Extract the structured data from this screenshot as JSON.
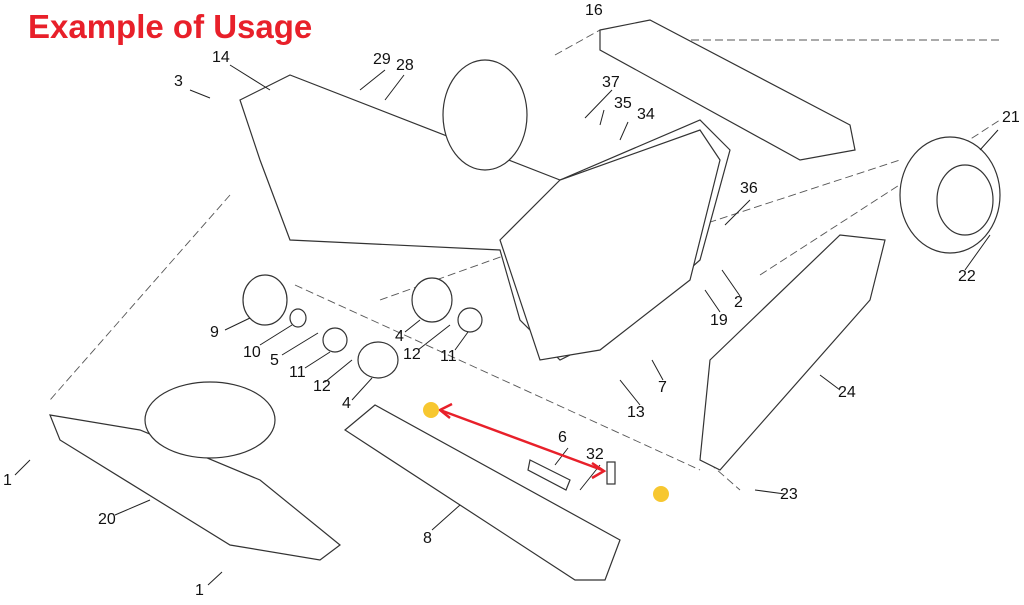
{
  "title": "Example of Usage",
  "colors": {
    "title": "#e8202a",
    "arrow": "#e8202a",
    "marker": "#f7c730"
  },
  "part_labels": [
    "16",
    "14",
    "3",
    "29",
    "28",
    "37",
    "35",
    "34",
    "21",
    "36",
    "22",
    "2",
    "19",
    "9",
    "10",
    "5",
    "4",
    "12",
    "11",
    "11",
    "12",
    "7",
    "4",
    "24",
    "13",
    "6",
    "32",
    "23",
    "1",
    "20",
    "8",
    "1"
  ]
}
